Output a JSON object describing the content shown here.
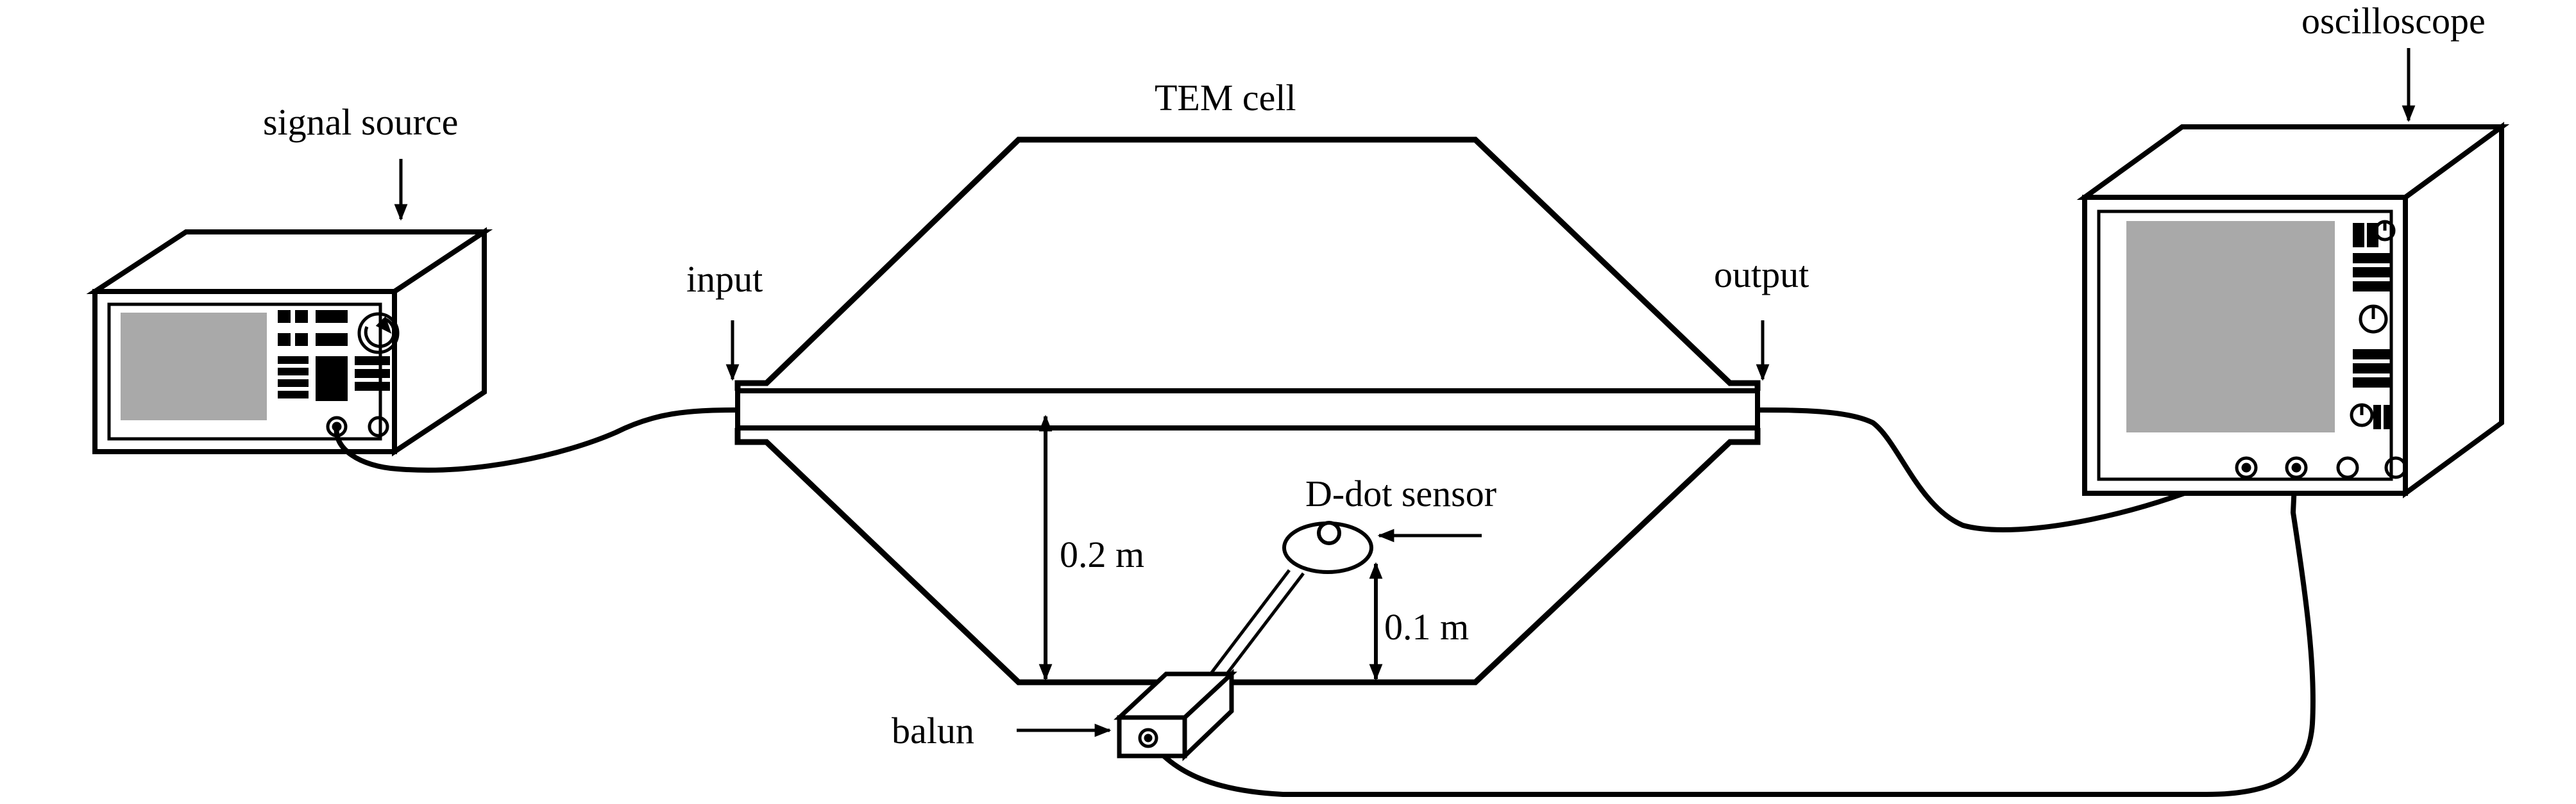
{
  "labels": {
    "signal_source": "signal source",
    "tem_cell": "TEM cell",
    "input": "input",
    "output": "output",
    "oscilloscope": "oscilloscope",
    "d_dot_sensor": "D-dot sensor",
    "height_total": "0.2 m",
    "height_sensor": "0.1 m",
    "balun": "balun"
  },
  "colors": {
    "line": "#000000",
    "screen": "#a9a9a9",
    "background": "#ffffff"
  }
}
